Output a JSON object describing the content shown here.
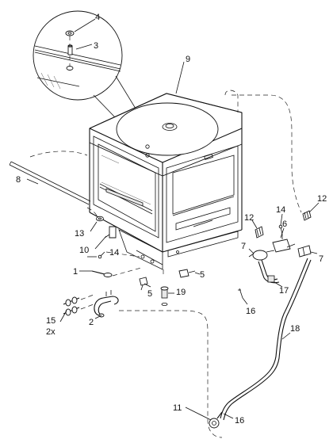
{
  "callouts": {
    "c1": "1",
    "c2": "2",
    "c3": "3",
    "c4": "4",
    "c5a": "5",
    "c5b": "5",
    "c6": "6",
    "c7a": "7",
    "c7b": "7",
    "c8": "8",
    "c9": "9",
    "c10": "10",
    "c11": "11",
    "c12a": "12",
    "c12b": "12",
    "c13": "13",
    "c14a": "14",
    "c14b": "14",
    "c15": "15",
    "c15q": "2x",
    "c16a": "16",
    "c16b": "16",
    "c17": "17",
    "c18": "18",
    "c19": "19"
  }
}
